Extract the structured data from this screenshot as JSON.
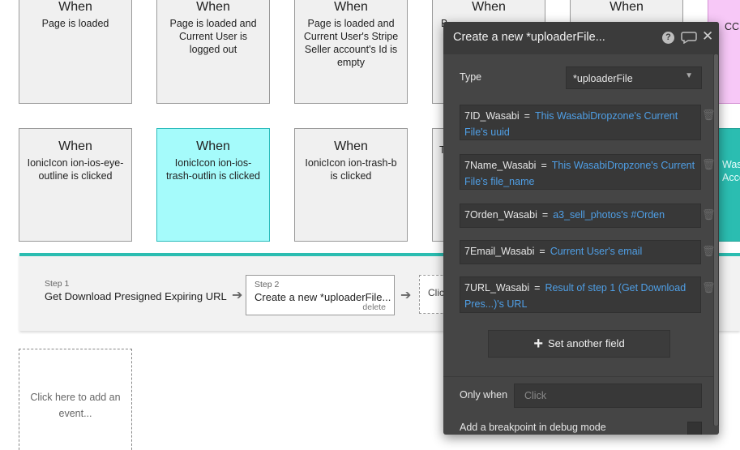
{
  "events_row1": [
    {
      "when": "When",
      "desc": "Page is loaded"
    },
    {
      "when": "When",
      "desc": "Page is loaded and Current User is logged out"
    },
    {
      "when": "When",
      "desc": "Page is loaded and Current User's Stripe Seller account's Id is empty"
    },
    {
      "when": "When",
      "desc": "B"
    },
    {
      "when": "When",
      "desc": ""
    },
    {
      "when": "",
      "desc": "CCE"
    }
  ],
  "events_row2": [
    {
      "when": "When",
      "desc": "IonicIcon ion-ios-eye-outline is clicked"
    },
    {
      "when": "When",
      "desc": "IonicIcon ion-ios-trash-outlin is clicked"
    },
    {
      "when": "When",
      "desc": "IonicIcon ion-trash-b is clicked"
    },
    {
      "when": "",
      "desc": "T"
    },
    {
      "when": "",
      "desc": "Was Acce"
    }
  ],
  "workflow": {
    "step1": {
      "num": "Step 1",
      "title": "Get Download Presigned Expiring URL"
    },
    "step2": {
      "num": "Step 2",
      "title": "Create a new *uploaderFile...",
      "delete": "delete"
    },
    "step3": {
      "label": "Click"
    }
  },
  "add_event": {
    "label": "Click here to add an event..."
  },
  "panel": {
    "title": "Create a new *uploaderFile...",
    "type_label": "Type",
    "type_value": "*uploaderFile",
    "fields": [
      {
        "key": "7ID_Wasabi",
        "eq": "=",
        "value": "This WasabiDropzone's Current File's uuid"
      },
      {
        "key": "7Name_Wasabi",
        "eq": "=",
        "value": "This WasabiDropzone's Current File's file_name"
      },
      {
        "key": "7Orden_Wasabi",
        "eq": "=",
        "value": "a3_sell_photos's #Orden"
      },
      {
        "key": "7Email_Wasabi",
        "eq": "=",
        "value": "Current User's email"
      },
      {
        "key": "7URL_Wasabi",
        "eq": "=",
        "value": "Result of step 1 (Get Download Pres...)'s URL"
      }
    ],
    "set_another_field": "Set another field",
    "only_when_label": "Only when",
    "only_when_placeholder": "Click",
    "breakpoint_label": "Add a breakpoint in debug mode"
  },
  "colors": {
    "accent_teal": "#2bbdb1",
    "selected_card": "#a5fbfb",
    "pink_card": "#f7c8f7",
    "panel_bg": "#454545",
    "link_blue": "#4f9fe6"
  },
  "icons": {
    "help": "question-circle-icon",
    "comment": "speech-bubble-icon",
    "close": "close-icon",
    "trash": "trash-icon",
    "arrow": "arrow-right-icon",
    "plus": "plus-icon",
    "chevron": "chevron-down-icon"
  }
}
